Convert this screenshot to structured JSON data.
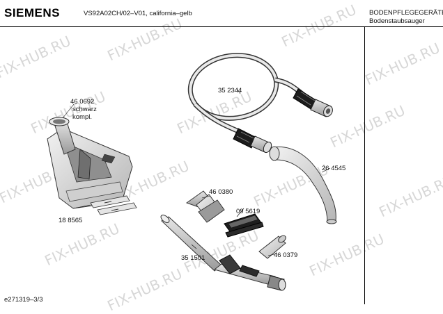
{
  "header": {
    "brand": "SIEMENS",
    "model": "VS92A02CH/02–V01, california–gelb",
    "category": "BODENPFLEGEGERÄTE",
    "subcategory": "Bodenstaubsauger"
  },
  "parts": {
    "floor_nozzle": {
      "number": "46 0692",
      "note1": "schwarz",
      "note2": "kompl."
    },
    "hose": {
      "number": "35 2344"
    },
    "handle": {
      "number": "26 4545"
    },
    "upholstery_nozzle": {
      "number": "46 0380"
    },
    "brush": {
      "number": "09 5619"
    },
    "crevice_tool": {
      "number": "46 0379"
    },
    "tube": {
      "number": "35 1501"
    },
    "strips": {
      "number": "18 8565"
    }
  },
  "footer": {
    "code": "e271319–3/3"
  },
  "watermark": {
    "text": "FIX-HUB.RU"
  }
}
